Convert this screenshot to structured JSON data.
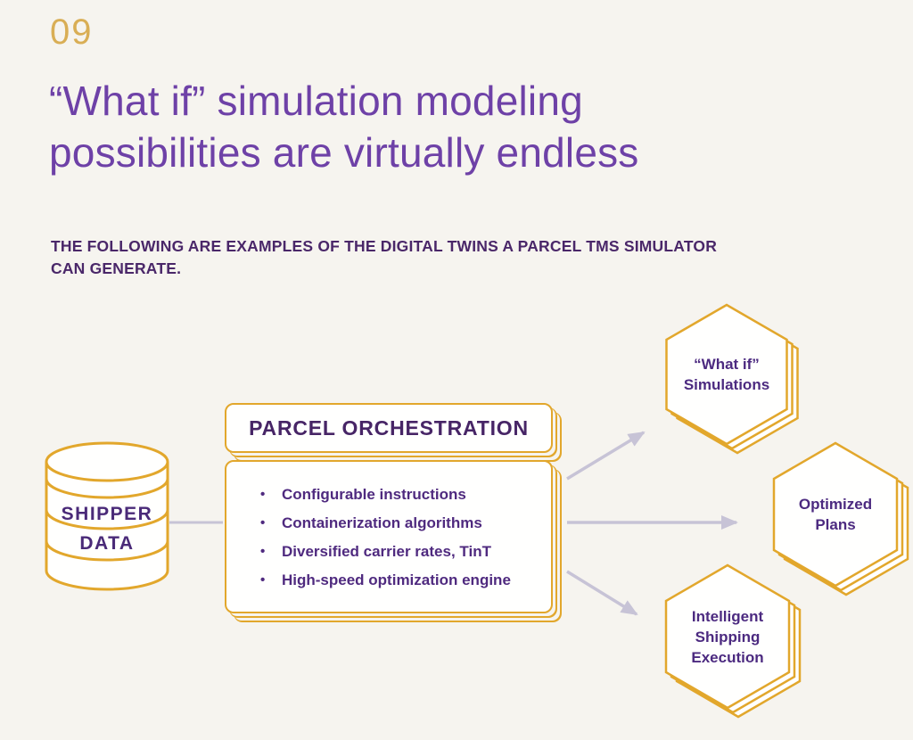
{
  "page": {
    "number": "09"
  },
  "title": {
    "text": "“What if” simulation modeling\npossibilities are virtually endless"
  },
  "subtitle": {
    "text": "THE FOLLOWING ARE EXAMPLES OF THE DIGITAL TWINS A PARCEL TMS SIMULATOR\nCAN GENERATE."
  },
  "diagram": {
    "database": {
      "label_line1": "SHIPPER",
      "label_line2": "DATA"
    },
    "orchestration": {
      "title": "PARCEL ORCHESTRATION",
      "bullets": [
        "Configurable instructions",
        "Containerization algorithms",
        "Diversified carrier rates, TinT",
        "High-speed optimization engine"
      ]
    },
    "outputs": [
      {
        "label": "“What if”\nSimulations"
      },
      {
        "label": "Optimized\nPlans"
      },
      {
        "label": "Intelligent\nShipping\nExecution"
      }
    ]
  },
  "colors": {
    "background": "#f6f4ef",
    "gold": "#e2a72c",
    "gold_light": "#d9ae55",
    "title_purple": "#6e41a7",
    "dark_purple": "#472566",
    "text_purple": "#4f2a7f",
    "arrow_gray": "#c7c3d6"
  }
}
